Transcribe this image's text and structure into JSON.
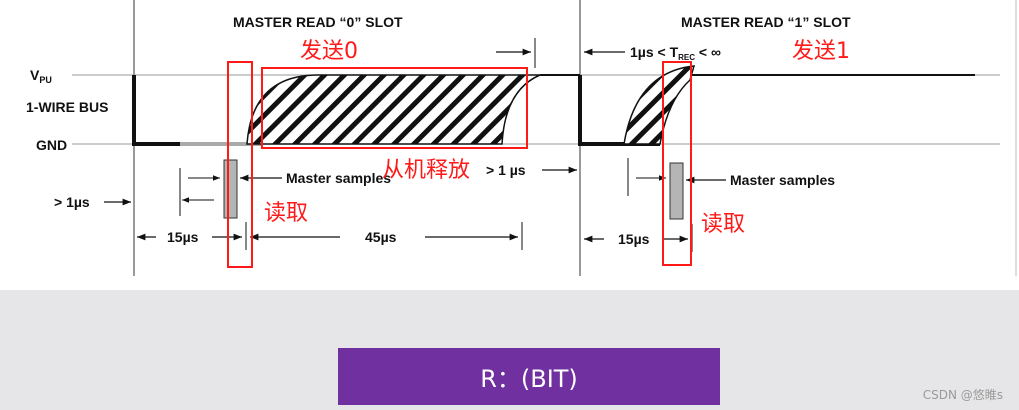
{
  "diagram": {
    "slot0_title": "MASTER READ “0” SLOT",
    "slot1_title": "MASTER READ “1” SLOT",
    "vpu_label_main": "V",
    "vpu_label_sub": "PU",
    "bus_label": "1-WIRE BUS",
    "gnd_label": "GND",
    "trec_prefix": "1µs < T",
    "trec_sub": "REC",
    "trec_suffix": " < ∞",
    "gt1us_left": "> 1µs",
    "gt1us_mid": "> 1 µs",
    "t15us_left": "15µs",
    "t45us": "45µs",
    "t15us_right": "15µs",
    "master_samples_0": "Master samples",
    "master_samples_1": "Master samples"
  },
  "annotations": {
    "send0": "发送0",
    "send1": "发送1",
    "release": "从机释放",
    "read_left": "读取",
    "read_right": "读取",
    "color": "#ff1a1a"
  },
  "banner": {
    "text": "R：(BIT)",
    "color": "#7030a0"
  },
  "watermark": "CSDN @悠睢s"
}
